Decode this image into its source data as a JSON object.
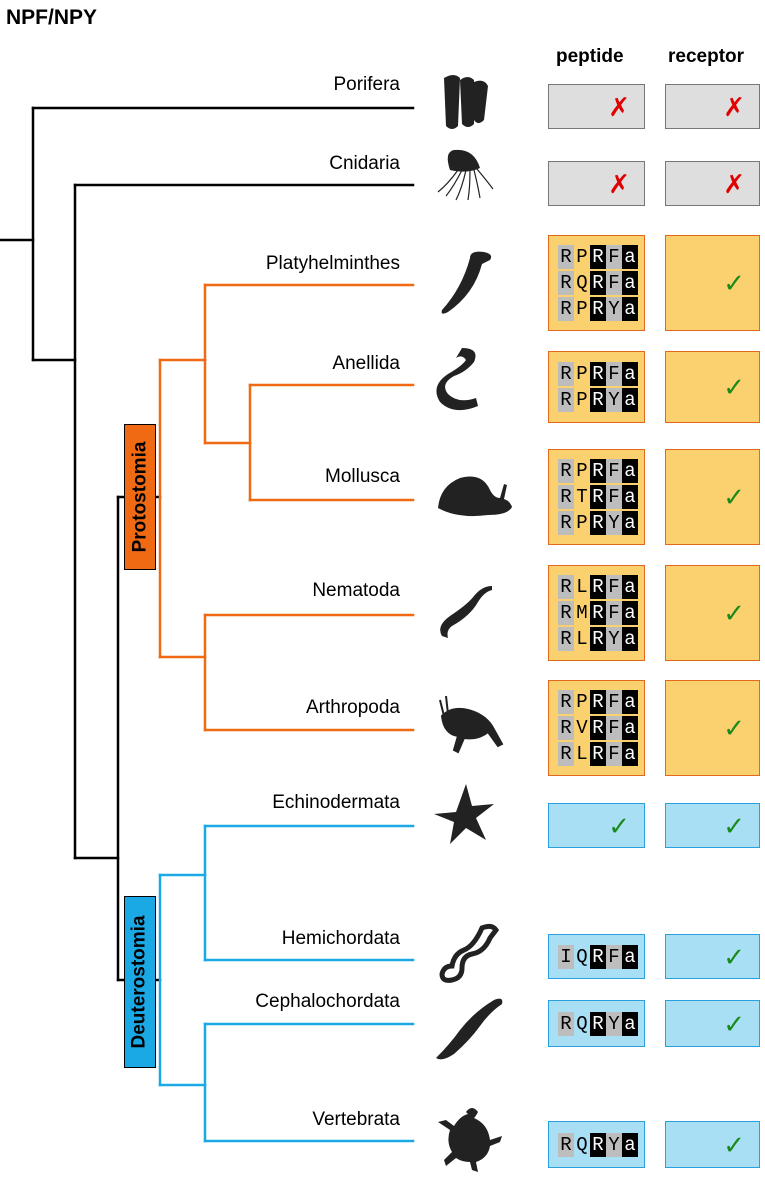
{
  "title": "NPF/NPY",
  "headers": {
    "peptide": "peptide",
    "receptor": "receptor"
  },
  "clades": {
    "protostomia": "Protostomia",
    "deuterostomia": "Deuterostomia"
  },
  "colors": {
    "protostomia": "#F06A14",
    "deuterostomia": "#1BA9E5",
    "absent": "#E00000",
    "present": "#1A8A1A"
  },
  "taxa": [
    {
      "name": "Porifera",
      "group": "none",
      "icon": "sponge-icon",
      "peptide": "absent",
      "receptor": "absent",
      "sequences": []
    },
    {
      "name": "Cnidaria",
      "group": "none",
      "icon": "jellyfish-icon",
      "peptide": "absent",
      "receptor": "absent",
      "sequences": []
    },
    {
      "name": "Platyhelminthes",
      "group": "protostomia",
      "icon": "flatworm-icon",
      "peptide": "present",
      "receptor": "present",
      "sequences": [
        "RPRFa",
        "RQRFa",
        "RPRYa"
      ]
    },
    {
      "name": "Anellida",
      "group": "protostomia",
      "icon": "segmented-worm-icon",
      "peptide": "present",
      "receptor": "present",
      "sequences": [
        "RPRFa",
        "RPRYa"
      ]
    },
    {
      "name": "Mollusca",
      "group": "protostomia",
      "icon": "snail-icon",
      "peptide": "present",
      "receptor": "present",
      "sequences": [
        "RPRFa",
        "RTRFa",
        "RPRYa"
      ]
    },
    {
      "name": "Nematoda",
      "group": "protostomia",
      "icon": "roundworm-icon",
      "peptide": "present",
      "receptor": "present",
      "sequences": [
        "RLRFa",
        "RMRFa",
        "RLRYa"
      ]
    },
    {
      "name": "Arthropoda",
      "group": "protostomia",
      "icon": "grasshopper-icon",
      "peptide": "present",
      "receptor": "present",
      "sequences": [
        "RPRFa",
        "RVRFa",
        "RLRFa"
      ]
    },
    {
      "name": "Echinodermata",
      "group": "deuterostomia",
      "icon": "starfish-icon",
      "peptide": "present",
      "receptor": "present",
      "sequences": []
    },
    {
      "name": "Hemichordata",
      "group": "deuterostomia",
      "icon": "acorn-worm-icon",
      "peptide": "present",
      "receptor": "present",
      "sequences": [
        "IQRFa"
      ]
    },
    {
      "name": "Cephalochordata",
      "group": "deuterostomia",
      "icon": "lancelet-icon",
      "peptide": "present",
      "receptor": "present",
      "sequences": [
        "RQRYa"
      ]
    },
    {
      "name": "Vertebrata",
      "group": "deuterostomia",
      "icon": "turtle-icon",
      "peptide": "present",
      "receptor": "present",
      "sequences": [
        "RQRYa"
      ]
    }
  ]
}
